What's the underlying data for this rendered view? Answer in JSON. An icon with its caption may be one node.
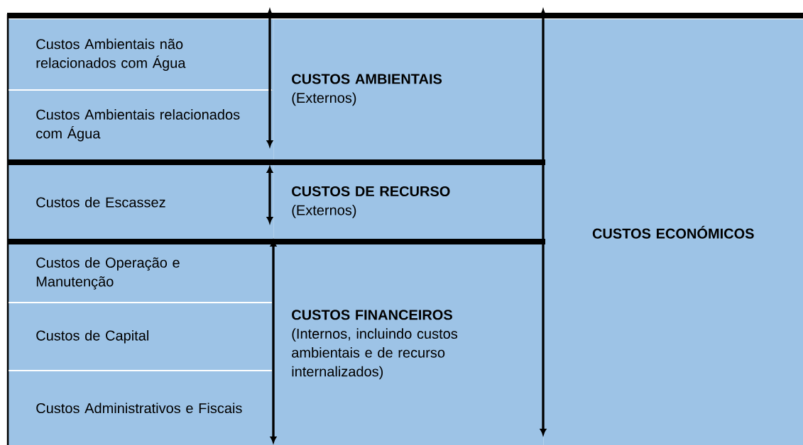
{
  "diagram": {
    "nodes": [
      {
        "text": [
          "Custos Ambientais não relacionados com Água"
        ]
      },
      {
        "text": [
          "Custos Ambientais relacionados com Água"
        ]
      },
      {
        "text": [
          "CUSTOS AMBIENTAIS",
          "(Externos)"
        ]
      },
      {
        "text": [
          "Custos de Escassez"
        ]
      },
      {
        "text": [
          "CUSTOS DE RECURSO",
          "(Externos)"
        ]
      },
      {
        "text": [
          "Custos de Operação e Manutenção"
        ]
      },
      {
        "text": [
          "Custos de Capital"
        ]
      },
      {
        "text": [
          "Custos Administrativos e Fiscais"
        ]
      },
      {
        "text": [
          "CUSTOS FINANCEIROS",
          "(Internos, incluindo custos ambientais e de recurso internalizados)"
        ]
      },
      {
        "text": [
          "CUSTOS ECONÓMICOS"
        ]
      }
    ]
  }
}
